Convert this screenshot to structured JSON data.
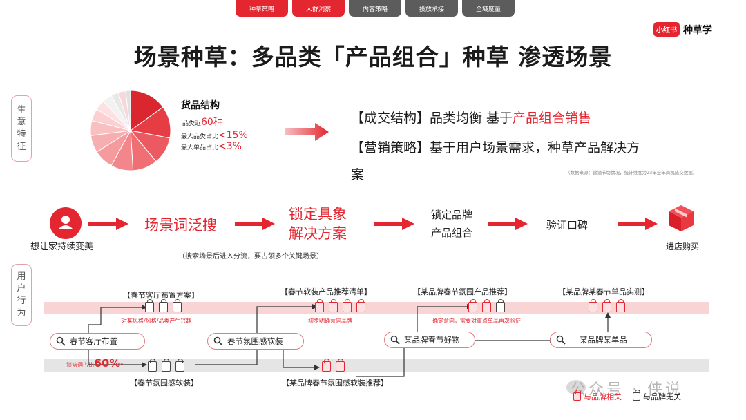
{
  "nav": {
    "tabs": [
      {
        "label": "种草策略",
        "active": true
      },
      {
        "label": "人群洞察",
        "active": true
      },
      {
        "label": "内容策略",
        "active": false
      },
      {
        "label": "投放承接",
        "active": false
      },
      {
        "label": "全域度量",
        "active": false
      }
    ]
  },
  "brand": {
    "badge": "小红书",
    "name": "种草学"
  },
  "title": "场景种草：多品类「产品组合」种草 渗透场景",
  "sections": {
    "top": "生意特征",
    "bottom": "用户行为"
  },
  "goods_structure": {
    "title": "货品结构",
    "row1_label": "品类近",
    "row1_value": "60种",
    "row2_label": "最大品类占比",
    "row2_value": "<15%",
    "row3_label": "最大单品占比",
    "row3_value": "<3%"
  },
  "summary": {
    "line1_prefix": "【成交结构】品类均衡 基于",
    "line1_highlight": "产品组合销售",
    "line2": "【营销策略】基于用户场景需求，种草产品解决方",
    "line3": "案",
    "source": "（数据来源：营销节坊情况，统计维度为23年全年商机成交数据）"
  },
  "flow": {
    "start": "想让家持续变美",
    "step1": "场景词泛搜",
    "step1_note": "（搜索场景后进入分流，要占领多个关键场景）",
    "step2_line1": "锁定具象",
    "step2_line2": "解决方案",
    "step3_line1": "锁定品牌",
    "step3_line2": "产品组合",
    "step4": "验证口碑",
    "end": "进店购买"
  },
  "behavior": {
    "stages_top": [
      "【春节客厅布置方案】",
      "【春节软装产品推荐清单】",
      "【某品牌春节氛围产品推荐】",
      "【某品牌某春节单品实测】"
    ],
    "notes": [
      "对某风格/风格/品类产生兴趣",
      "初步明确意向品牌",
      "确定意向，需要对重点单品再次验证"
    ],
    "searches": [
      "春节客厅布置",
      "春节氛围感软装",
      "某品牌春节好物",
      "某品牌某单品"
    ],
    "stages_bottom": [
      "【春节氛围感软装】",
      "【某品牌春节氛围感软装推荐】"
    ],
    "lock_label": "锁篮词占比",
    "lock_value": "60%",
    "lock_mark": "*"
  },
  "legend": {
    "related": "与品牌相关",
    "unrelated": "与品牌无关"
  },
  "watermark": "公众号 · 侠说",
  "colors": {
    "accent": "#e3262f",
    "pink_band": "#f8d4d5",
    "grey_band": "#e5e5e5"
  },
  "icons": [
    "user-icon",
    "arrow-right-icon",
    "box-icon",
    "search-icon",
    "shopping-bag-icon"
  ],
  "chart_data": {
    "type": "pie",
    "values": [
      15,
      13,
      11,
      10,
      9,
      8,
      7,
      6,
      5,
      4,
      4,
      3,
      3,
      2
    ],
    "colors": [
      "#d9262f",
      "#e63c44",
      "#ec5960",
      "#ef6f74",
      "#f3868a",
      "#f59b9e",
      "#f7aeb1",
      "#f9c0c2",
      "#fbd0d2",
      "#fde0e1",
      "#f2f2f2",
      "#e8e8e8",
      "#f7d7d9",
      "#e0e0e0"
    ]
  }
}
